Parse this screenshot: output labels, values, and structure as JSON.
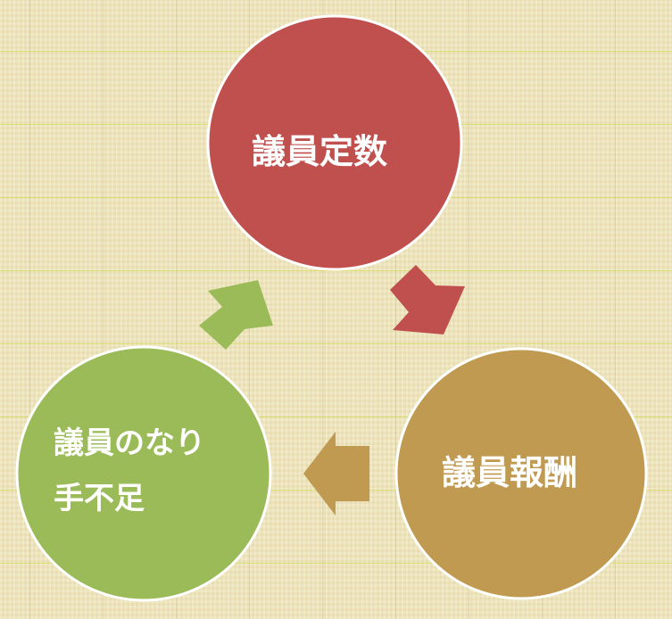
{
  "nodes": [
    {
      "label": "議員定数",
      "color": "#c0504d"
    },
    {
      "label": "議員報酬",
      "color": "#bf9a50"
    },
    {
      "label_line1": "議員のなり",
      "label_line2": "手不足",
      "color": "#9bbb59"
    }
  ],
  "arrows": [
    {
      "from": "議員定数",
      "to": "議員報酬",
      "color": "#c0504d"
    },
    {
      "from": "議員報酬",
      "to": "議員のなり手不足",
      "color": "#bf9a50"
    },
    {
      "from": "議員のなり手不足",
      "to": "議員定数",
      "color": "#9bbb59"
    }
  ]
}
